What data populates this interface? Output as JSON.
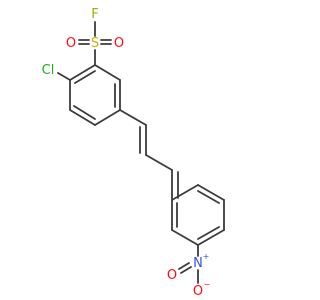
{
  "molecule": {
    "atoms": {
      "fluorine": "F",
      "sulfur": "S",
      "oxygen_left": "O",
      "oxygen_right": "O",
      "chlorine": "Cl",
      "nitrogen": "N",
      "nitrogen_charge": "+",
      "oxygen_nitro_bottom": "O",
      "oxygen_nitro_charge": "−",
      "oxygen_nitro_left": "O"
    },
    "colors": {
      "bond": "#3b3b3b",
      "fluorine": "#8fb800",
      "sulfur": "#c8b400",
      "oxygen": "#ff0d0d",
      "chlorine": "#20b020",
      "nitrogen": "#3050f8"
    }
  }
}
